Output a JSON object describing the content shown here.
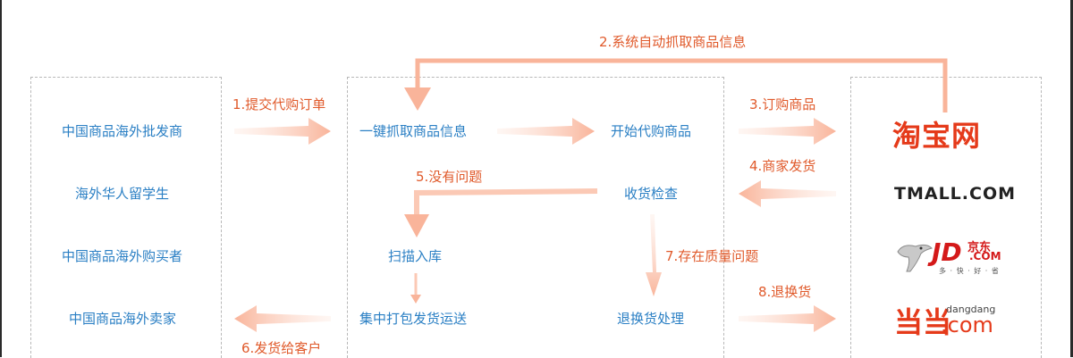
{
  "left_column": {
    "items": [
      "中国商品海外批发商",
      "海外华人留学生",
      "中国商品海外购买者",
      "中国商品海外卖家"
    ]
  },
  "middle_column": {
    "grab_info": "一键抓取商品信息",
    "start_purchase": "开始代购商品",
    "receive_check": "收货检查",
    "scan_storage": "扫描入库",
    "pack_ship": "集中打包发货运送",
    "return_process": "退换货处理"
  },
  "steps": {
    "s1": "1.提交代购订单",
    "s2": "2.系统自动抓取商品信息",
    "s3": "3.订购商品",
    "s4": "4.商家发货",
    "s5": "5.没有问题",
    "s6": "6.发货给客户",
    "s7": "7.存在质量问题",
    "s8": "8.退换货"
  },
  "logos": {
    "taobao": "淘宝网",
    "tmall": "TMALL.COM",
    "jd_main": "JD",
    "jd_cn": "京东",
    "jd_com": ".COM",
    "jd_sub": "多 · 快 · 好 · 省",
    "dd_mark": "当当",
    "dd_small": "dangdang",
    "dd_com": ".com"
  },
  "colors": {
    "node_text": "#2a7fc4",
    "step_text": "#e05a2b",
    "arrow": "#fbc9b5",
    "box_border": "#b8b8b8"
  }
}
